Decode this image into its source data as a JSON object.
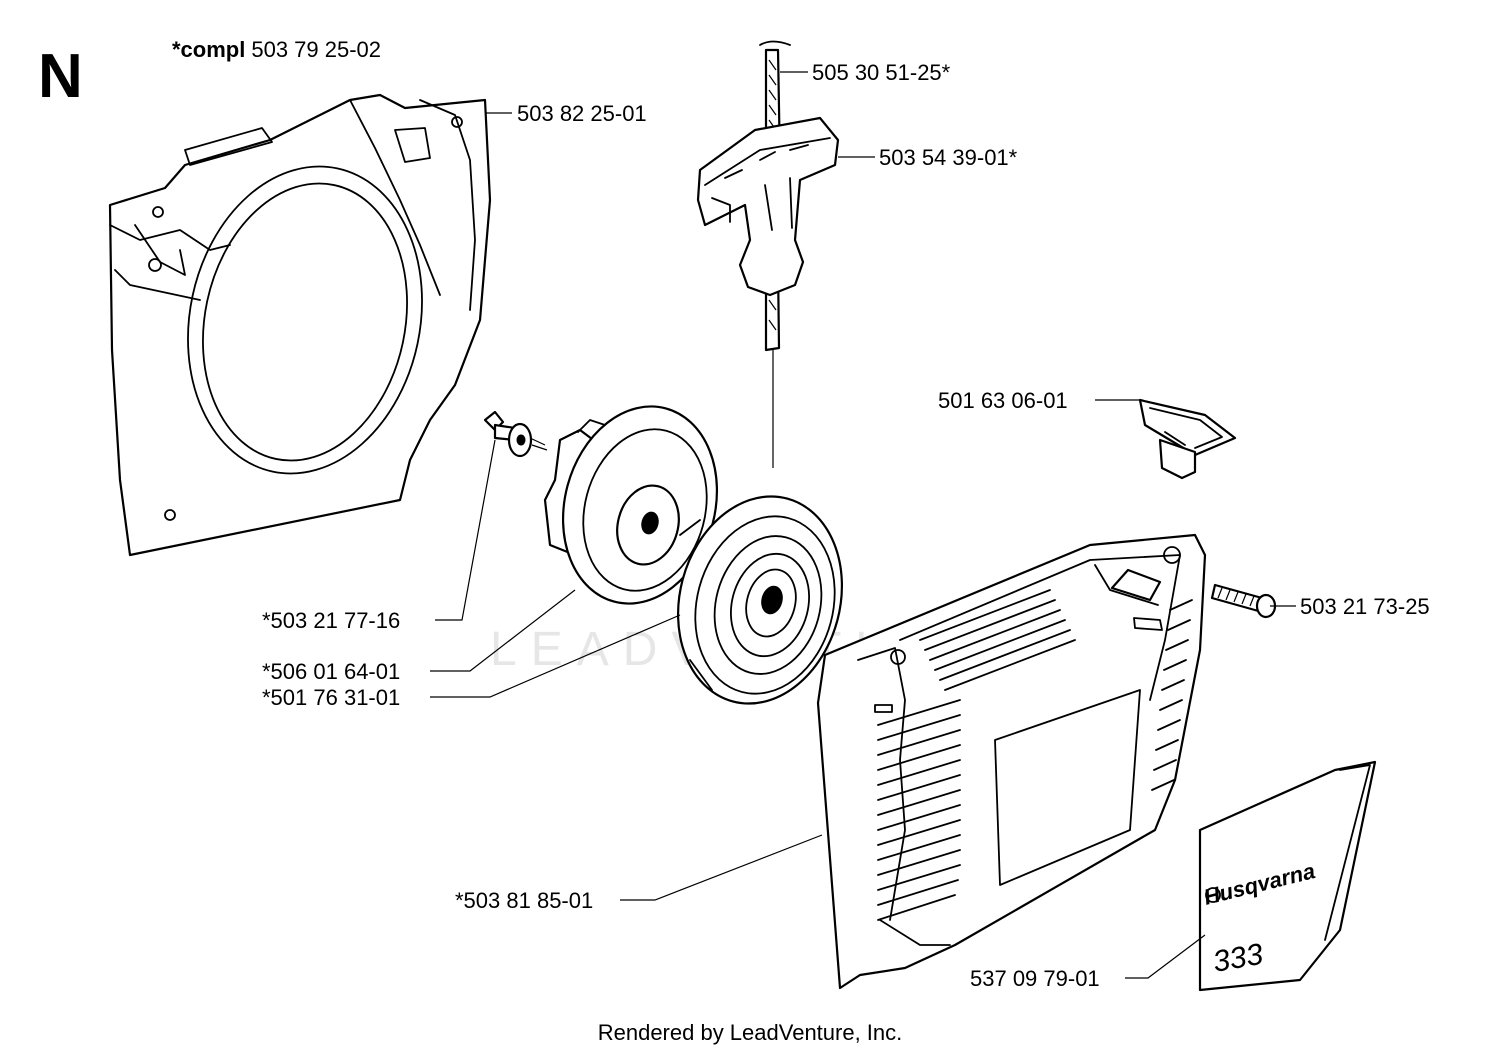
{
  "diagram": {
    "section_letter": "N",
    "compl_prefix": "*compl",
    "compl_number": "503 79 25-02",
    "watermark": "LEADVENTURE",
    "footer": "Rendered by LeadVenture, Inc.",
    "decal_brand": "Husqvarna",
    "decal_model": "333",
    "labels": [
      {
        "id": "p1",
        "text": "503 82 25-01"
      },
      {
        "id": "p2",
        "text": "505 30 51-25*"
      },
      {
        "id": "p3",
        "text": "503 54 39-01*"
      },
      {
        "id": "p4",
        "text": "501 63 06-01"
      },
      {
        "id": "p5",
        "text": "503 21 73-25"
      },
      {
        "id": "p6",
        "text": "*503 21 77-16"
      },
      {
        "id": "p7",
        "text": "*506 01 64-01"
      },
      {
        "id": "p8",
        "text": "*501 76 31-01"
      },
      {
        "id": "p9",
        "text": "*503 81 85-01"
      },
      {
        "id": "p10",
        "text": "537 09 79-01"
      }
    ]
  }
}
